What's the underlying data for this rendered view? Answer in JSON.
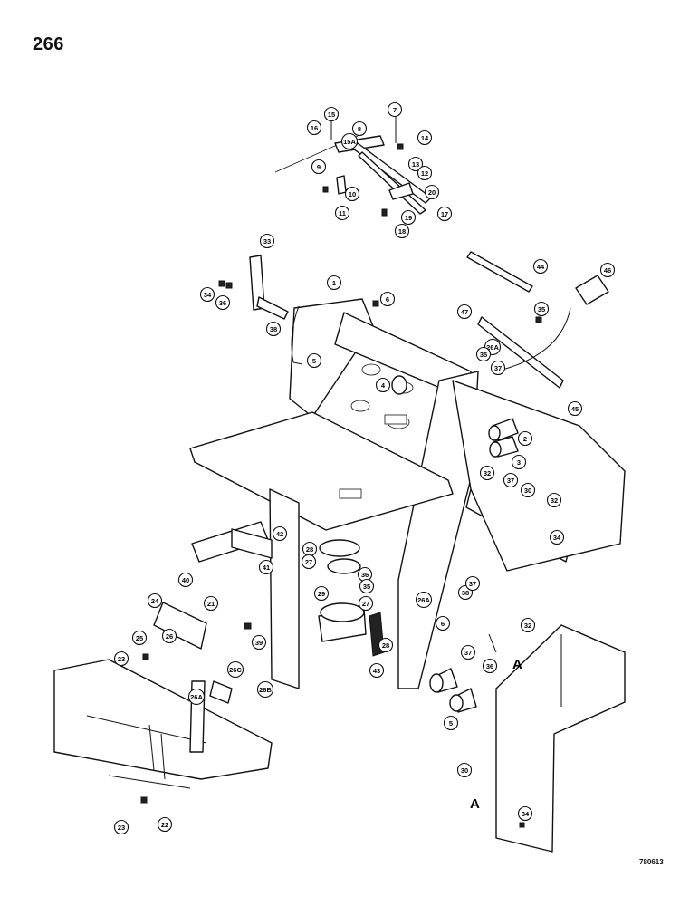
{
  "page_number": "266",
  "figure_code": "780613",
  "view_markers": [
    "A",
    "A"
  ],
  "callouts": [
    "1",
    "2",
    "3",
    "4",
    "5",
    "6",
    "7",
    "8",
    "9",
    "10",
    "11",
    "12",
    "13",
    "14",
    "15",
    "15A",
    "16",
    "17",
    "18",
    "19",
    "20",
    "21",
    "22",
    "23",
    "24",
    "25",
    "26",
    "26A",
    "26B",
    "26C",
    "27",
    "28",
    "29",
    "30",
    "32",
    "33",
    "34",
    "35",
    "36",
    "37",
    "38",
    "39",
    "40",
    "41",
    "42",
    "43",
    "44",
    "45",
    "46",
    "47"
  ]
}
